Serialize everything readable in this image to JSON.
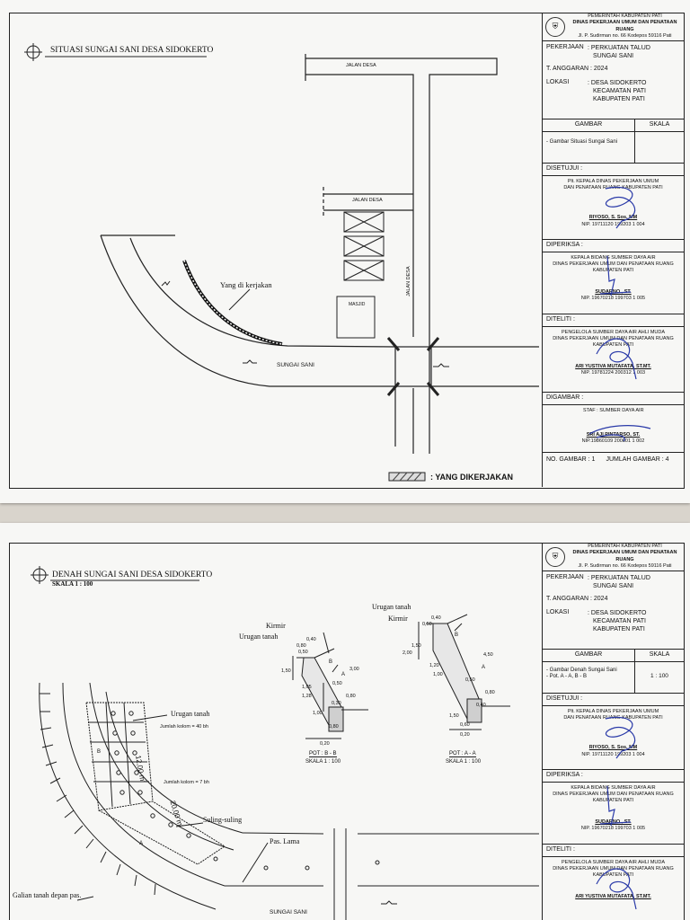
{
  "sheet1": {
    "title": "SITUASI SUNGAI SANI DESA SIDOKERTO",
    "labels": {
      "jalan_desa_top": "JALAN DESA",
      "jalan_desa_mid": "JALAN DESA",
      "jalan_desa_vert": "JALAN DESA",
      "masjid": "MASJID",
      "yang_dikerjakan_pointer": "Yang di kerjakan",
      "sungai": "SUNGAI SANI",
      "legend": ": YANG DIKERJAKAN"
    },
    "titleblock": {
      "gov1": "PEMERINTAH KABUPATEN PATI",
      "gov2": "DINAS PEKERJAAN UMUM DAN PENATAAN RUANG",
      "gov3": "Jl. P. Sudirman no. 66 Kodepos 59116 Pati",
      "pekerjaan_k": "PEKERJAAN",
      "pekerjaan_v1": ": PERKUATAN TALUD",
      "pekerjaan_v2": "SUNGAI SANI",
      "anggaran": "T. ANGGARAN : 2024",
      "lokasi_k": "LOKASI",
      "lokasi_v1": ": DESA SIDOKERTO",
      "lokasi_v2": "KECAMATAN PATI",
      "lokasi_v3": "KABUPATEN PATI",
      "gambar_h": "GAMBAR",
      "skala_h": "SKALA",
      "gambar_item1": "- Gambar Situasi Sungai Sani",
      "skala_v": "",
      "disetujui": "DISETUJUI :",
      "dis_l1": "Plt. KEPALA DINAS PEKERJAAN UMUM",
      "dis_l2": "DAN PENATAAN RUANG KABUPATEN PATI",
      "dis_name": "RIYOSO, S. Sos, MM",
      "dis_nip": "NIP. 19711120 199203 1 004",
      "diperiksa": "DIPERIKSA :",
      "dip_l1": "KEPALA BIDANG SUMBER DAYA AIR",
      "dip_l2": "DINAS PEKERJAAN UMUM DAN PENATAAN RUANG",
      "dip_l3": "KABUPATEN PATI",
      "dip_name": "SUDARNO , ST.",
      "dip_nip": "NIP. 19670218 199703 1 005",
      "diteliti": "DITELITI :",
      "dit_l1": "PENGELOLA SUMBER DAYA AIR AHLI MUDA",
      "dit_l2": "DINAS PEKERJAAN UMUM DAN PENATAAN RUANG",
      "dit_l3": "KABUPATEN PATI",
      "dit_name": "ARI YUSTIVA MUTAFATA, ST.MT.",
      "dit_nip": "NIP. 19781224 200312 1 003",
      "digambar": "DIGAMBAR :",
      "dig_l1": "STAF   : SUMBER DAYA AIR",
      "dig_name": "SRI AJI PINTARSO, ST.",
      "dig_nip": "NIP.19860109 200801 1 002",
      "no_gambar": "NO. GAMBAR  :  1",
      "jumlah_gambar": "JUMLAH GAMBAR  :  4"
    }
  },
  "sheet2": {
    "title": "DENAH SUNGAI SANI DESA SIDOKERTO",
    "scale": "SKALA 1 : 100",
    "labels": {
      "urugan_tanah_a": "Urugan tanah",
      "kirmir_a": "Kirmir",
      "urugan_tanah_b": "Urugan tanah",
      "kirmir_b": "Kirmir",
      "pot_bb": "POT : B - B",
      "pot_bb_scale": "SKALA 1 : 100",
      "pot_aa": "POT : A - A",
      "pot_aa_scale": "SKALA 1 : 100",
      "urugan_tanah_plan": "Urugan tanah",
      "jumlah_kolom_40": "Jumlah kolom = 40 bh",
      "jumlah_kolom_7": "Jumlah kolom = 7 bh",
      "len_12": "12,00 m'",
      "len_20": "20,00 m'",
      "suling": "Suling-suling",
      "pas_lama": "Pas. Lama",
      "galian": "Galian tanah depan pas.",
      "sungai": "SUNGAI SANI",
      "b_mark": "B",
      "a_mark": "A",
      "dims_b": [
        "0,40",
        "0,80",
        "0,50",
        "1,50",
        "1,05",
        "1,28",
        "0,50",
        "1,00",
        "0,20",
        "3,00",
        "0,80",
        "0,80",
        "0,30"
      ],
      "dims_a": [
        "0,40",
        "0,50",
        "1,50",
        "2,00",
        "1,20",
        "1,00",
        "0,50",
        "1,50",
        "0,20",
        "4,50",
        "0,80",
        "0,60",
        "0,40"
      ]
    },
    "titleblock": {
      "gov1": "PEMERINTAH KABUPATEN PATI",
      "gov2": "DINAS PEKERJAAN UMUM DAN PENATAAN RUANG",
      "gov3": "Jl. P. Sudirman no. 66 Kodepos 59116 Pati",
      "pekerjaan_k": "PEKERJAAN",
      "pekerjaan_v1": ": PERKUATAN TALUD",
      "pekerjaan_v2": "SUNGAI SANI",
      "anggaran": "T. ANGGARAN : 2024",
      "lokasi_k": "LOKASI",
      "lokasi_v1": ": DESA SIDOKERTO",
      "lokasi_v2": "KECAMATAN PATI",
      "lokasi_v3": "KABUPATEN PATI",
      "gambar_h": "GAMBAR",
      "skala_h": "SKALA",
      "gambar_item1": "- Gambar Denah Sungai Sani",
      "gambar_item2": "- Pot.  A - A, B - B",
      "skala_v": "1 : 100",
      "disetujui": "DISETUJUI :",
      "dis_l1": "Plt. KEPALA DINAS PEKERJAAN UMUM",
      "dis_l2": "DAN PENATAAN RUANG KABUPATEN PATI",
      "dis_name": "RIYOSO, S. Sos, MM",
      "dis_nip": "NIP. 19711120 199203 1 004",
      "diperiksa": "DIPERIKSA :",
      "dip_l1": "KEPALA BIDANG SUMBER DAYA AIR",
      "dip_l2": "DINAS PEKERJAAN UMUM DAN PENATAAN RUANG",
      "dip_l3": "KABUPATEN PATI",
      "dip_name": "SUDARNO , ST.",
      "dip_nip": "NIP. 19670218 199703 1 005",
      "diteliti": "DITELITI :",
      "dit_l1": "PENGELOLA SUMBER DAYA AIR AHLI MUDA",
      "dit_l2": "DINAS PEKERJAAN UMUM DAN PENATAAN RUANG",
      "dit_l3": "KABUPATEN PATI",
      "dit_name": "ARI YUSTIVA MUTAFATA, ST.MT."
    }
  },
  "colors": {
    "paper": "#f7f7f5",
    "ink": "#111111",
    "signature": "#2a3aa8"
  }
}
